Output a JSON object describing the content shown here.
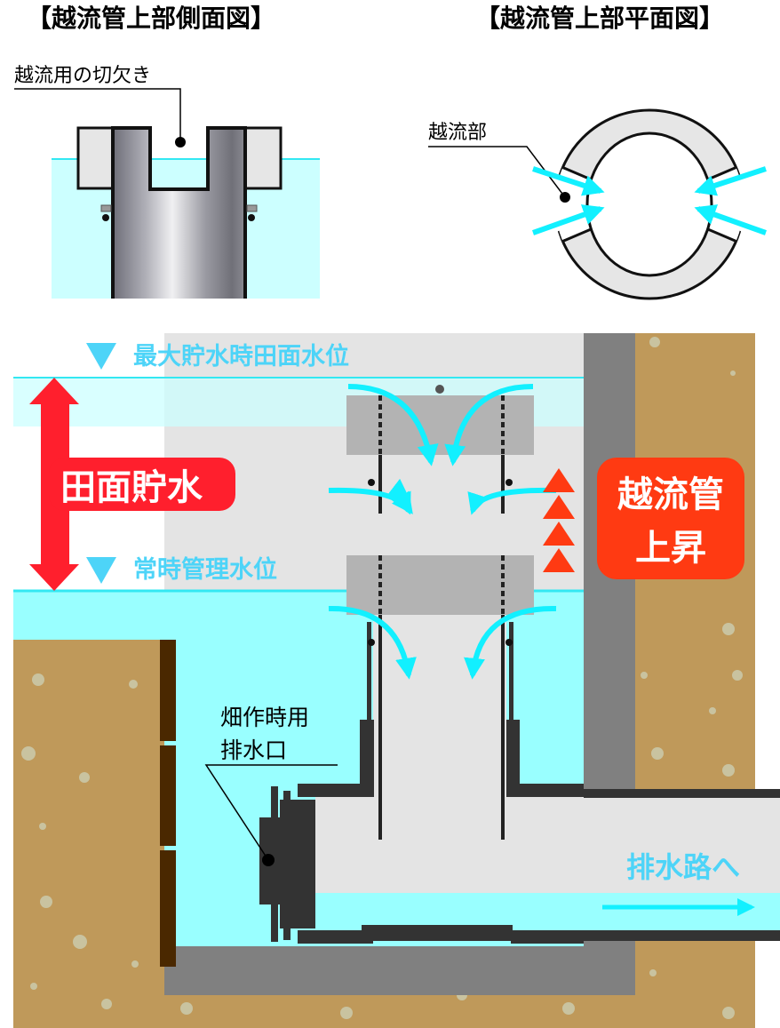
{
  "side_view": {
    "title": "【越流管上部側面図】",
    "notch_label": "越流用の切欠き"
  },
  "plan_view": {
    "title": "【越流管上部平面図】",
    "overflow_label": "越流部"
  },
  "section": {
    "max_level_label": "最大貯水時田面水位",
    "normal_level_label": "常時管理水位",
    "storage_label": "田面貯水",
    "pipe_rise_label_1": "越流管",
    "pipe_rise_label_2": "上昇",
    "outlet_label_1": "畑作時用",
    "outlet_label_2": "排水口",
    "drain_label": "排水路へ"
  },
  "colors": {
    "water": "#99ffff",
    "water_light": "#ccffff",
    "water_line": "#33e8f2",
    "flow_arrow": "#12f0ff",
    "level_text": "#4dd4f8",
    "storage_red": "#ff1f2d",
    "rise_orange": "#ff3a12",
    "soil": "#bf995a",
    "concrete": "#808080",
    "pipe_dark": "#333333"
  }
}
